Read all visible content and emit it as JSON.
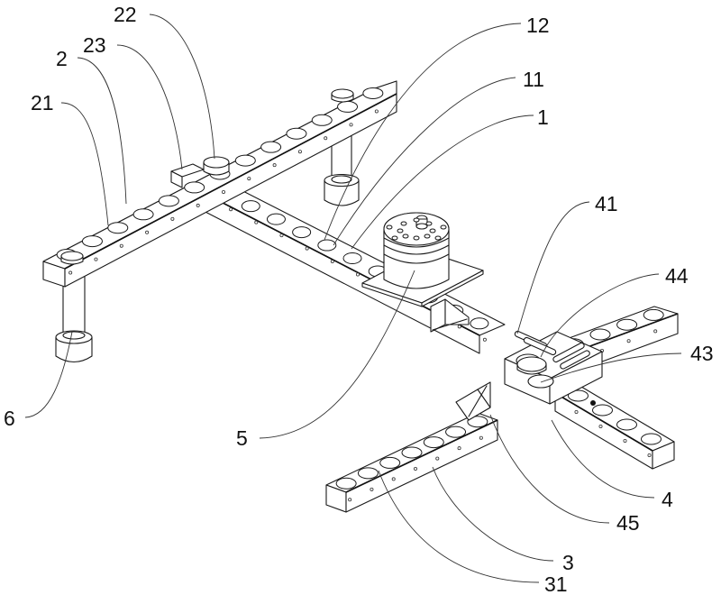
{
  "figure": {
    "type": "patent line drawing",
    "subject": "isometric view of frame assembly with rotary unit, perforated beams, brackets and suction columns",
    "line_color": "#1a1a1a",
    "background": "#ffffff"
  },
  "reference_numerals": [
    {
      "id": "22",
      "label": "22"
    },
    {
      "id": "23",
      "label": "23"
    },
    {
      "id": "2",
      "label": "2"
    },
    {
      "id": "21",
      "label": "21"
    },
    {
      "id": "12",
      "label": "12"
    },
    {
      "id": "11",
      "label": "11"
    },
    {
      "id": "1",
      "label": "1"
    },
    {
      "id": "41",
      "label": "41"
    },
    {
      "id": "44",
      "label": "44"
    },
    {
      "id": "43",
      "label": "43"
    },
    {
      "id": "6",
      "label": "6"
    },
    {
      "id": "5",
      "label": "5"
    },
    {
      "id": "4",
      "label": "4"
    },
    {
      "id": "45",
      "label": "45"
    },
    {
      "id": "3",
      "label": "3"
    },
    {
      "id": "31",
      "label": "31"
    }
  ]
}
